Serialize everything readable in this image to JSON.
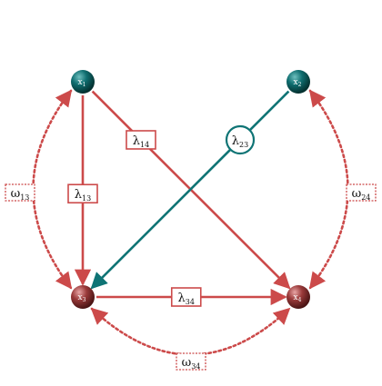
{
  "colors": {
    "red": "#cc4a4a",
    "teal": "#0f7475",
    "background": "#ffffff"
  },
  "nodes": [
    {
      "id": "x1",
      "label": "x",
      "sub": "1",
      "style": "teal"
    },
    {
      "id": "x2",
      "label": "x",
      "sub": "2",
      "style": "teal"
    },
    {
      "id": "x3",
      "label": "x",
      "sub": "3",
      "style": "red"
    },
    {
      "id": "x4",
      "label": "x",
      "sub": "4",
      "style": "red"
    }
  ],
  "edges": [
    {
      "id": "l13",
      "from": "x1",
      "to": "x3",
      "kind": "directed",
      "color": "red",
      "label": "λ",
      "sub": "13",
      "box": "rect"
    },
    {
      "id": "l14",
      "from": "x1",
      "to": "x4",
      "kind": "directed",
      "color": "red",
      "label": "λ",
      "sub": "14",
      "box": "rect"
    },
    {
      "id": "l23",
      "from": "x2",
      "to": "x3",
      "kind": "directed",
      "color": "teal",
      "label": "λ",
      "sub": "23",
      "box": "circle"
    },
    {
      "id": "l34",
      "from": "x3",
      "to": "x4",
      "kind": "directed",
      "color": "red",
      "label": "λ",
      "sub": "34",
      "box": "rect"
    },
    {
      "id": "w13",
      "from": "x1",
      "to": "x3",
      "kind": "bidirected",
      "color": "red",
      "label": "ω",
      "sub": "13",
      "box": "dashed"
    },
    {
      "id": "w24",
      "from": "x2",
      "to": "x4",
      "kind": "bidirected",
      "color": "red",
      "label": "ω",
      "sub": "24",
      "box": "dashed"
    },
    {
      "id": "w34",
      "from": "x3",
      "to": "x4",
      "kind": "bidirected",
      "color": "red",
      "label": "ω",
      "sub": "34",
      "box": "dashed"
    }
  ]
}
